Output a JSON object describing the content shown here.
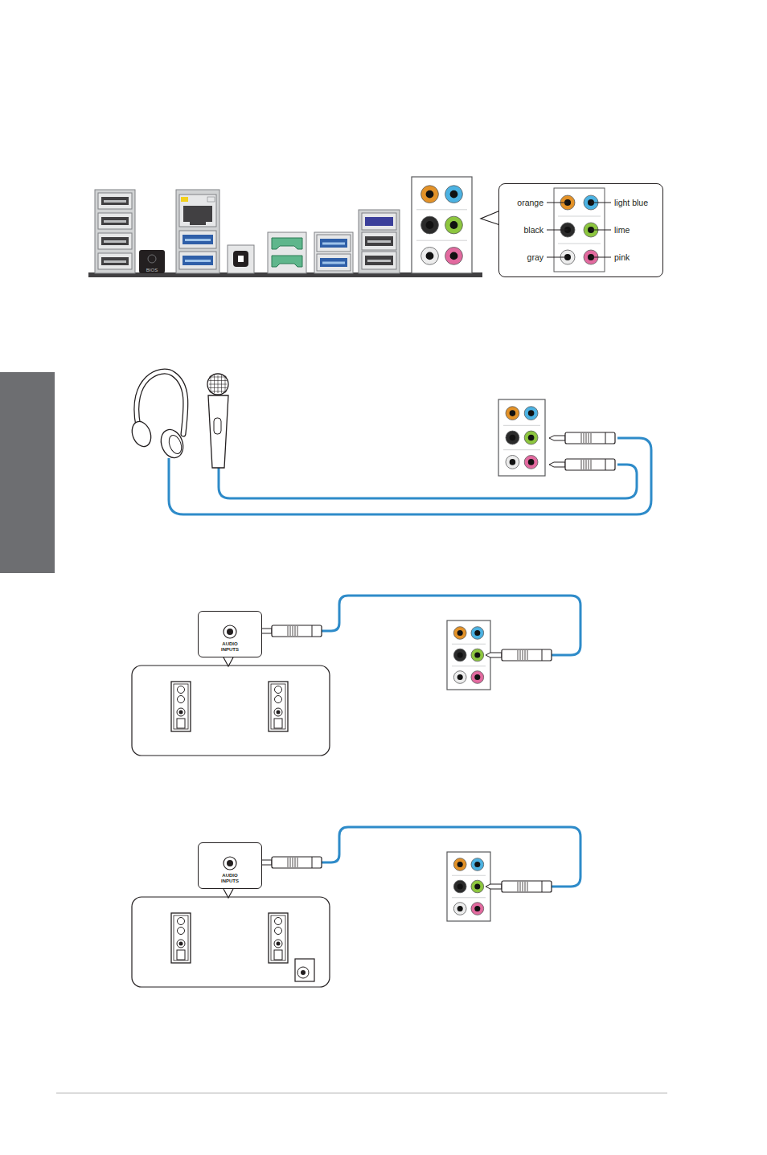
{
  "diagram": {
    "nodes": [
      {
        "text": [
          "orange",
          "light blue",
          "black",
          "lime",
          "gray",
          "pink"
        ]
      },
      {
        "text": [
          "AUDIO INPUTS"
        ]
      },
      {
        "text": [
          "AUDIO INPUTS"
        ]
      }
    ],
    "labels": [
      "BIOS"
    ]
  }
}
